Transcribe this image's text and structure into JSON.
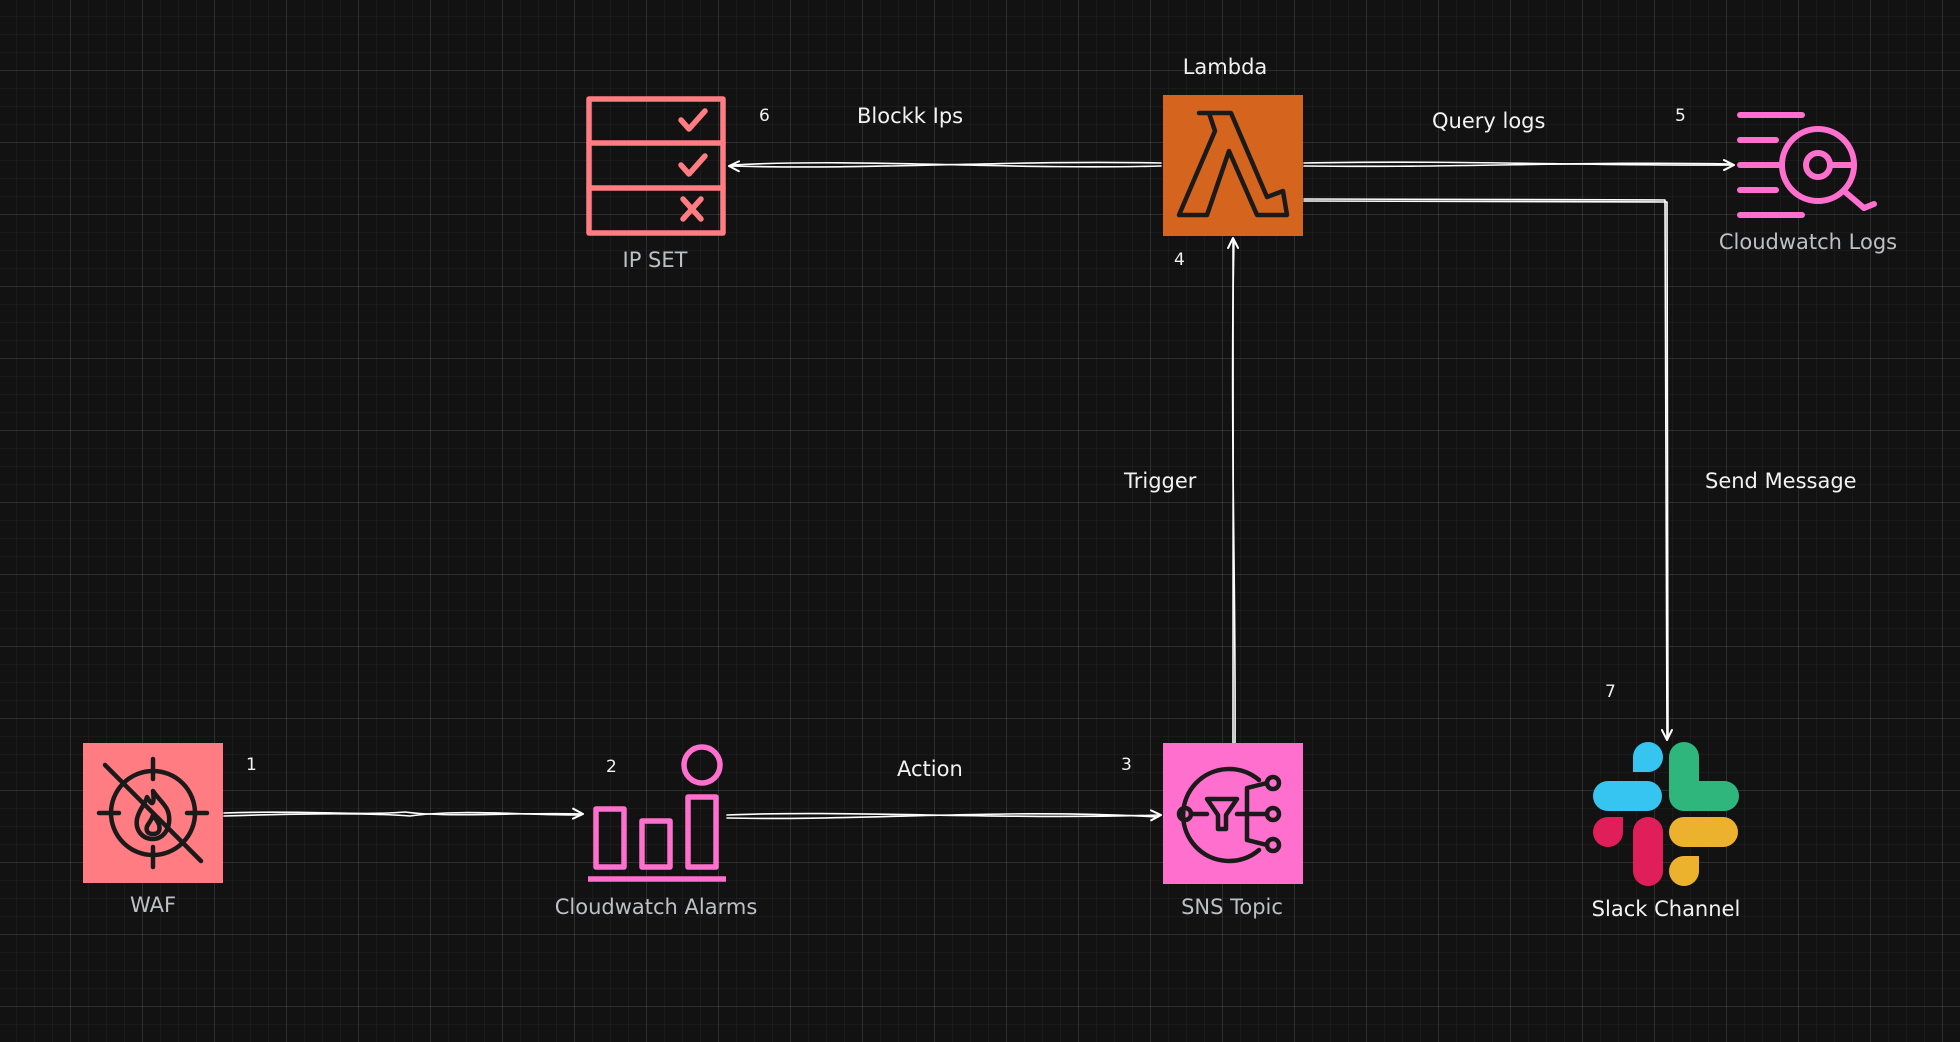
{
  "diagram": {
    "nodes": {
      "waf": {
        "label": "WAF",
        "number": "1",
        "icon": "firewall-icon",
        "color": "#ff7c82"
      },
      "alarms": {
        "label": "Cloudwatch Alarms",
        "number": "2",
        "icon": "cloudwatch-alarm-icon",
        "color": "#ff6fce"
      },
      "sns": {
        "label": "SNS Topic",
        "number": "3",
        "icon": "sns-topic-icon",
        "color": "#ff6fce"
      },
      "lambda": {
        "label": "Lambda",
        "number": "4",
        "icon": "lambda-icon",
        "color": "#d5651e"
      },
      "logs": {
        "label": "Cloudwatch Logs",
        "number": "5",
        "icon": "cloudwatch-logs-icon",
        "color": "#ff6fce"
      },
      "ipset": {
        "label": "IP SET",
        "number": "6",
        "icon": "ip-set-icon",
        "color": "#ff7c82"
      },
      "slack": {
        "label": "Slack Channel",
        "number": "7",
        "icon": "slack-icon"
      }
    },
    "edges": {
      "waf_to_alarms": {
        "from": "waf",
        "to": "alarms",
        "label": ""
      },
      "alarms_to_sns": {
        "from": "alarms",
        "to": "sns",
        "label": "Action"
      },
      "sns_to_lambda": {
        "from": "sns",
        "to": "lambda",
        "label": "Trigger"
      },
      "lambda_to_ipset": {
        "from": "lambda",
        "to": "ipset",
        "label": "Blockk Ips"
      },
      "lambda_to_logs": {
        "from": "lambda",
        "to": "logs",
        "label": "Query logs"
      },
      "lambda_to_slack": {
        "from": "lambda",
        "to": "slack",
        "label": "Send Message"
      }
    }
  },
  "colors": {
    "background": "#121212",
    "arrow": "#ffffff",
    "slack_blue": "#36c5f0",
    "slack_green": "#2eb67d",
    "slack_red": "#e01e5a",
    "slack_yellow": "#ecb22e"
  }
}
